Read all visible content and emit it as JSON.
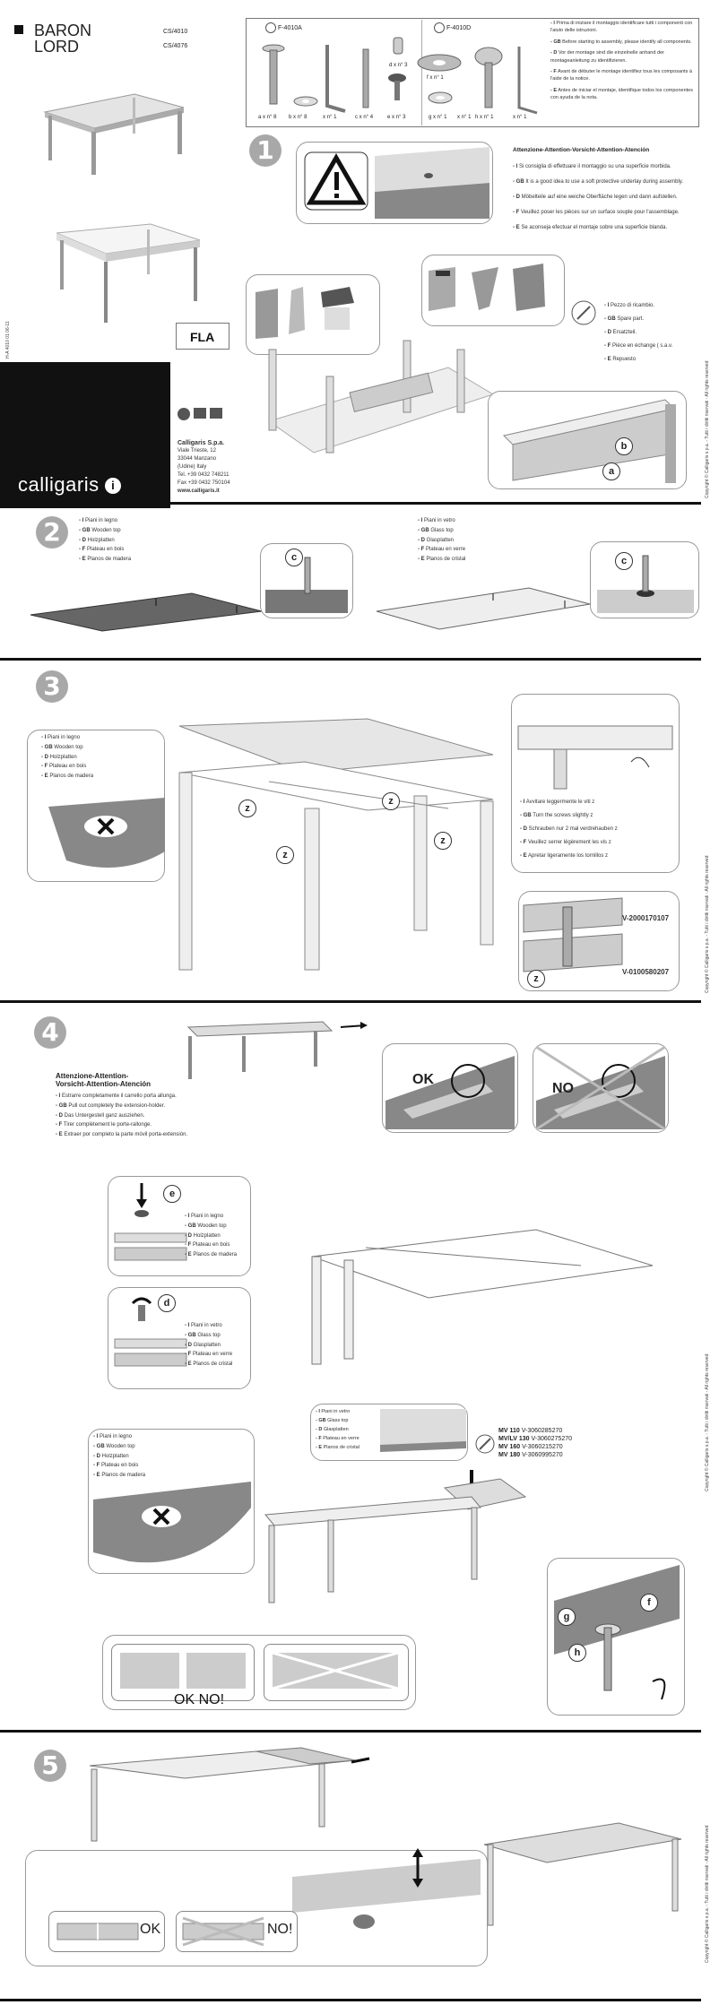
{
  "brand": {
    "model_line1": "BARON",
    "model_line2": "LORD",
    "code1": "CS/4010",
    "code2": "CS/4076",
    "doc_code": "H-A 4010 01 06-11",
    "logo_text": "calligaris",
    "company": "Calligaris S.p.a.",
    "address1": "Viale Trieste, 12",
    "address2": "33044 Manzano",
    "address3": "(Udine) Italy",
    "tel": "Tel. +39 0432 748211",
    "fax": "Fax +39 0432 750104",
    "web": "www.calligaris.it",
    "fla_text": "FLA",
    "copyright": "Copyright © Calligaris s.p.a. - Tutti i diritti riservati - All rights reserved"
  },
  "parts": {
    "kit1": "F-4010A",
    "kit2": "F-4010D",
    "a": "a x n° 8",
    "b": "b x n° 8",
    "c": "c x n° 4",
    "d": "d x n° 3",
    "e": "e x n° 3",
    "f": "f x n° 1",
    "g": "g x n° 1",
    "h": "h x n° 1",
    "x1": "x n° 1",
    "x2": "x n° 1",
    "x3": "x n° 1"
  },
  "intro_notes": [
    {
      "lang": "I",
      "text": "Prima di iniziare il montaggio identificare tutti i componenti con l'aiuto delle istruzioni."
    },
    {
      "lang": "GB",
      "text": "Before starting to assembly, please identify all components."
    },
    {
      "lang": "D",
      "text": "Vor der montage sind die einzelnelle anhand der montageanleitung zu identifizieren."
    },
    {
      "lang": "F",
      "text": "Avant de débuter le montage identifiez tous les composants à l'aide de la notice."
    },
    {
      "lang": "E",
      "text": "Antes de iniciar el montaje, identifique todos los componentes con ayuda de la nota."
    }
  ],
  "attention": {
    "title": "Attenzione-Attention-Vorsicht-Attention-Atención",
    "items": [
      {
        "lang": "I",
        "text": "Si consiglia di effettuare il montaggio su una superficie morbida."
      },
      {
        "lang": "GB",
        "text": "It is a good idea to use a soft protective underlay during assembly."
      },
      {
        "lang": "D",
        "text": "Möbelteile auf eine weiche Oberfläche legen und dann aufstellen."
      },
      {
        "lang": "F",
        "text": "Veuillez poser les pièces sur un surface souple pour l'assemblage."
      },
      {
        "lang": "E",
        "text": "Se aconseja efectuar el montaje sobre una superficie blanda."
      }
    ]
  },
  "spare": [
    {
      "lang": "I",
      "text": "Pezzo di ricambio."
    },
    {
      "lang": "GB",
      "text": "Spare part."
    },
    {
      "lang": "D",
      "text": "Ersatzteil."
    },
    {
      "lang": "F",
      "text": "Pièce en échange ( s.a.v."
    },
    {
      "lang": "E",
      "text": "Repuesto"
    }
  ],
  "wood": [
    {
      "lang": "I",
      "text": "Piani in legno"
    },
    {
      "lang": "GB",
      "text": "Wooden top"
    },
    {
      "lang": "D",
      "text": "Holzplatten"
    },
    {
      "lang": "F",
      "text": "Plateau en bois"
    },
    {
      "lang": "E",
      "text": "Planos de madera"
    }
  ],
  "glass": [
    {
      "lang": "I",
      "text": "Piani in vetro"
    },
    {
      "lang": "GB",
      "text": "Glass top"
    },
    {
      "lang": "D",
      "text": "Glasplatten"
    },
    {
      "lang": "F",
      "text": "Plateau en verre"
    },
    {
      "lang": "E",
      "text": "Planos de cristal"
    }
  ],
  "screws": [
    {
      "lang": "I",
      "text": "Avvitare leggermente le viti z"
    },
    {
      "lang": "GB",
      "text": "Turn the screws slightly z"
    },
    {
      "lang": "D",
      "text": "Schrauben nur 2 mal verdrehauben z"
    },
    {
      "lang": "F",
      "text": "Veuillez serrer légèrement les vis z"
    },
    {
      "lang": "E",
      "text": "Apretar ligeramente los tornillos z"
    }
  ],
  "step3_codes": {
    "c1": "V-2000170107",
    "c2": "V-0100580207"
  },
  "step4": {
    "title1": "Attenzione-Attention-",
    "title2": "Vorsicht-Attention-Atención",
    "items": [
      {
        "lang": "I",
        "text": "Estrarre completamente il carrello porta allunga."
      },
      {
        "lang": "GB",
        "text": "Pull out completely the extension-holder."
      },
      {
        "lang": "D",
        "text": "Das Untergestell ganz ausziehen."
      },
      {
        "lang": "F",
        "text": "Tirer complètement le porte-rallonge."
      },
      {
        "lang": "E",
        "text": "Extraer por completo la parte móvil porta-extensión."
      }
    ],
    "ok": "OK",
    "no": "NO",
    "ok_no": "OK NO!"
  },
  "glass_codes": [
    {
      "model": "MV 110",
      "code": "V-3060285270"
    },
    {
      "model": "MV/LV 130",
      "code": "V-3060275270"
    },
    {
      "model": "MV 160",
      "code": "V-3060215270"
    },
    {
      "model": "MV 180",
      "code": "V-3060995270"
    }
  ],
  "step5": {
    "ok": "OK",
    "no": "NO!"
  },
  "steps": [
    "1",
    "2",
    "3",
    "4",
    "5"
  ],
  "labels": {
    "a": "a",
    "b": "b",
    "c": "c",
    "d": "d",
    "e": "e",
    "f": "f",
    "g": "g",
    "h": "h",
    "z": "z"
  }
}
